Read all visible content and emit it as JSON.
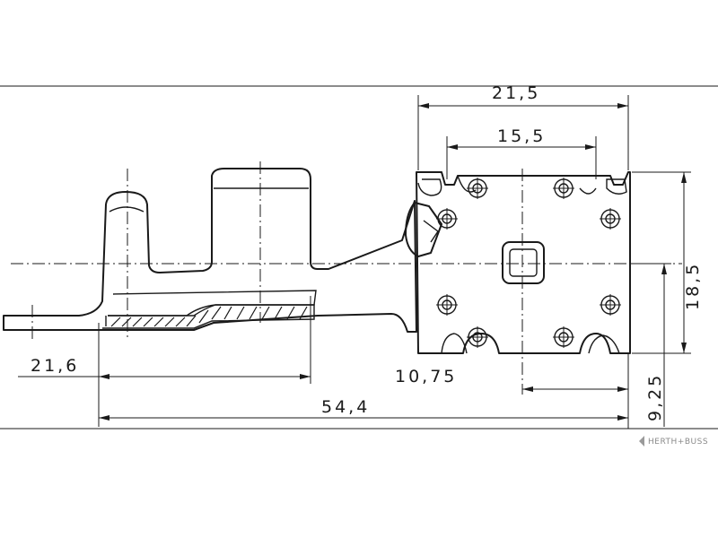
{
  "dimensions": {
    "width_top": "21,5",
    "width_inner": "15,5",
    "height_right": "18,5",
    "length_left": "21,6",
    "offset_center": "10,75",
    "total_length": "54,4",
    "offset_vertical": "9,25"
  },
  "brand": {
    "label": "HERTH+BUSS",
    "icon": "herth-buss-logo-icon"
  }
}
